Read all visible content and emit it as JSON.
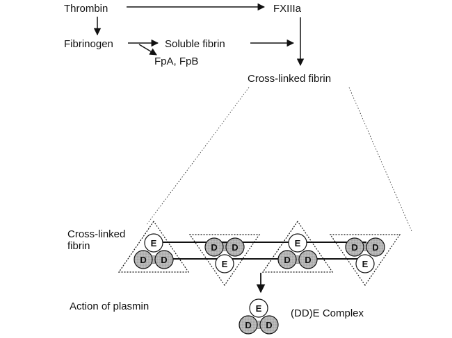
{
  "colors": {
    "ink": "#111111",
    "d_domain_fill": "#b5b5b5",
    "e_domain_fill": "#ffffff"
  },
  "pathway": {
    "thrombin": "Thrombin",
    "fxiiia": "FXIIIa",
    "fibrinogen": "Fibrinogen",
    "soluble_fibrin": "Soluble fibrin",
    "fpa_fpb": "FpA, FpB",
    "cross_linked_fibrin": "Cross-linked fibrin"
  },
  "detail": {
    "cross_linked_fibrin_line1": "Cross-linked",
    "cross_linked_fibrin_line2": "fibrin",
    "action_of_plasmin": "Action of plasmin",
    "ddE_complex": "(DD)E Complex",
    "d_letter": "D",
    "e_letter": "E"
  }
}
